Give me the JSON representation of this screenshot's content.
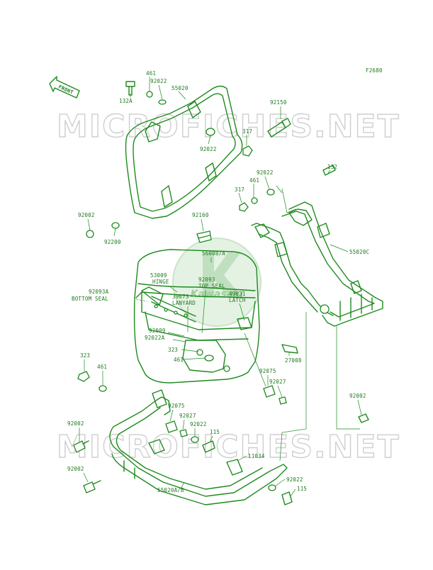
{
  "diagram": {
    "code": "F2680",
    "front_label": "FRONT",
    "watermark": "MICROFICHES.NET",
    "logo_text": "Kawasaki",
    "colors": {
      "ink": "#1e8a1e",
      "watermark": "#cfcfcf",
      "logo": "#d6ecd6"
    }
  },
  "labels": {
    "p132a": "132A",
    "p461_top": "461",
    "p92022_top": "92022",
    "p55020": "55020",
    "p92150": "92150",
    "p317_a": "317",
    "p92022_b": "92022",
    "p92022_c": "92022",
    "p132": "132",
    "p461_b": "461",
    "p317_b": "317",
    "p92002_a": "92002",
    "p92200": "92200",
    "p92160": "92160",
    "p55020c": "55020C",
    "p56008": "56008/A",
    "p53009": "53009",
    "p53009_desc": "HINGE",
    "p92093": "92093",
    "p92093_desc": "TOP SEAL",
    "p92093a": "92093A",
    "p92093a_desc": "BOTTOM SEAL",
    "p39073": "39073",
    "p39073_desc": "LANYARD",
    "p49031": "49031",
    "p49031_desc": "LATCH",
    "p92009": "92009",
    "p92022a": "92022A",
    "p323_a": "323",
    "p461_c": "461",
    "p27008": "27008",
    "p323_b": "323",
    "p461_d": "461",
    "p92075_a": "92075",
    "p92027_a": "92027",
    "p92002_b": "92002",
    "p92002_c": "92002",
    "p92075_b": "92075",
    "p92027_b": "92027",
    "p92022_d": "92022",
    "p115_a": "115",
    "p92002_d": "92002",
    "p11034": "11034",
    "p92022_e": "92022",
    "p115_b": "115",
    "p55020ab": "55020A/B"
  }
}
